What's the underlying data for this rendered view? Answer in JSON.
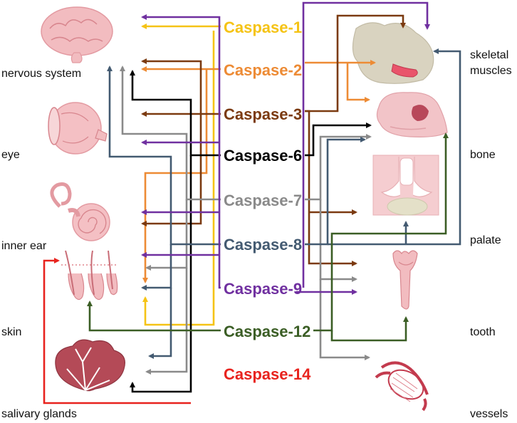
{
  "colors": {
    "casp1": "#f5c315",
    "casp2": "#ed8b35",
    "casp3": "#7b3a10",
    "casp6": "#000000",
    "casp7": "#8a8a8a",
    "casp8": "#435a71",
    "casp9": "#7030a0",
    "casp12": "#3b5e25",
    "casp14": "#e8231e"
  },
  "caspases": [
    {
      "id": "casp1",
      "label": "Caspase-1"
    },
    {
      "id": "casp2",
      "label": "Caspase-2"
    },
    {
      "id": "casp3",
      "label": "Caspase-3"
    },
    {
      "id": "casp6",
      "label": "Caspase-6"
    },
    {
      "id": "casp7",
      "label": "Caspase-7"
    },
    {
      "id": "casp8",
      "label": "Caspase-8"
    },
    {
      "id": "casp9",
      "label": "Caspase-9"
    },
    {
      "id": "casp12",
      "label": "Caspase-12"
    },
    {
      "id": "casp14",
      "label": "Caspase-14"
    }
  ],
  "left_organs": [
    {
      "id": "nervous",
      "label": "nervous system",
      "icon": "brain-icon"
    },
    {
      "id": "eye",
      "label": "eye",
      "icon": "eyeball-icon"
    },
    {
      "id": "innerear",
      "label": "inner ear",
      "icon": "cochlea-icon"
    },
    {
      "id": "skin",
      "label": "skin",
      "icon": "hair-follicle-icon"
    },
    {
      "id": "salivary",
      "label": "salivary glands",
      "icon": "salivary-gland-icon"
    }
  ],
  "right_organs": [
    {
      "id": "skeletal",
      "label_line1": "skeletal",
      "label_line2": "muscles",
      "icon": "muscle-head-icon"
    },
    {
      "id": "bone",
      "label": "bone",
      "icon": "skull-icon"
    },
    {
      "id": "palate",
      "label": "palate",
      "icon": "palate-icon"
    },
    {
      "id": "tooth",
      "label": "tooth",
      "icon": "tooth-icon"
    },
    {
      "id": "vessels",
      "label": "vessels",
      "icon": "blood-vessel-icon"
    }
  ]
}
